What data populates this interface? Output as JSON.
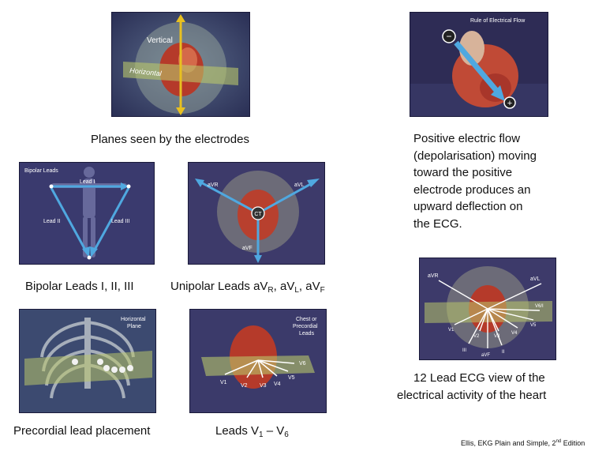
{
  "panels": {
    "planes": {
      "caption": "Planes seen by the electrodes",
      "label_vertical": "Vertical",
      "label_horizontal": "Horizontal"
    },
    "electrical_flow": {
      "title": "Rule of Electrical Flow",
      "negative_symbol": "−",
      "positive_symbol": "+",
      "description_lines": [
        "Positive electric flow",
        "(depolarisation) moving",
        "toward the positive",
        "electrode produces an",
        "upward deflection on",
        "the ECG."
      ]
    },
    "bipolar": {
      "title": "Bipolar Leads",
      "lead_1": "Lead I",
      "lead_2": "Lead II",
      "lead_3": "Lead III",
      "caption": "Bipolar Leads I, II, III"
    },
    "unipolar": {
      "avr": "aVR",
      "avl": "aVL",
      "avf": "aVF",
      "center": "CT",
      "caption_prefix": "Unipolar Leads aV",
      "sub_r": "R",
      "sep_1": ", aV",
      "sub_l": "L",
      "sep_2": ", aV",
      "sub_f": "F"
    },
    "precordial_placement": {
      "title_line_1": "Horizontal",
      "title_line_2": "Plane",
      "caption": "Precordial lead placement"
    },
    "chest_leads": {
      "title_line_1": "Chest or",
      "title_line_2": "Precordial",
      "title_line_3": "Leads",
      "v_labels": [
        "V1",
        "V2",
        "V3",
        "V4",
        "V5",
        "V6"
      ],
      "caption_prefix": "Leads V",
      "sub_1": "1",
      "caption_dash": " – V",
      "sub_6": "6"
    },
    "twelve_lead": {
      "labels": {
        "avr": "aVR",
        "avl": "aVL",
        "v6i": "V6/I",
        "v5": "V5",
        "v4": "V4",
        "v3": "V3",
        "v2": "V2",
        "v1": "V1",
        "iii": "III",
        "avf": "aVF",
        "ii": "II"
      },
      "caption_line_1": "12 Lead ECG view of the",
      "caption_line_2": "electrical activity of the heart"
    }
  },
  "credit": {
    "text": "Ellis, EKG Plain and Simple, 2",
    "sup": "nd",
    "suffix": " Edition"
  },
  "colors": {
    "background_dark": "#2e2c55",
    "arrow_blue": "#4fa8e0",
    "arrow_yellow": "#e8c020",
    "heart_red": "#b53a2a",
    "plane_green": "#b9c76a"
  }
}
